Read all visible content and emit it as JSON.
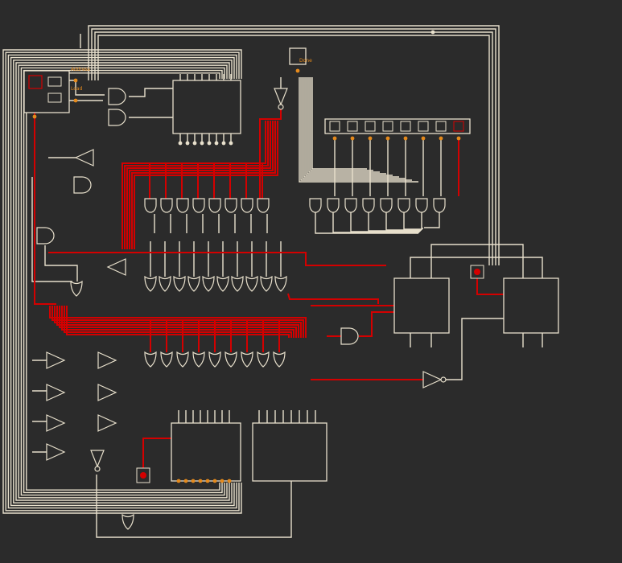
{
  "colors": {
    "background": "#2b2b2b",
    "wire": "#e8e0cc",
    "active_wire": "#d40000",
    "pin": "#e58a1c",
    "component_fill": "#2b2b2b"
  },
  "labels": {
    "top_port_main": "Address",
    "top_port_a": "Load",
    "top_port_b": "Done"
  },
  "components": {
    "top_register": "",
    "upper_gate_bank": "",
    "middle_gate_bank": "",
    "lower_gate_bank": "",
    "right_upper_gate_bank": "",
    "ff_left": "",
    "ff_right": "",
    "bottom_register": "",
    "bottom_adder": ""
  }
}
